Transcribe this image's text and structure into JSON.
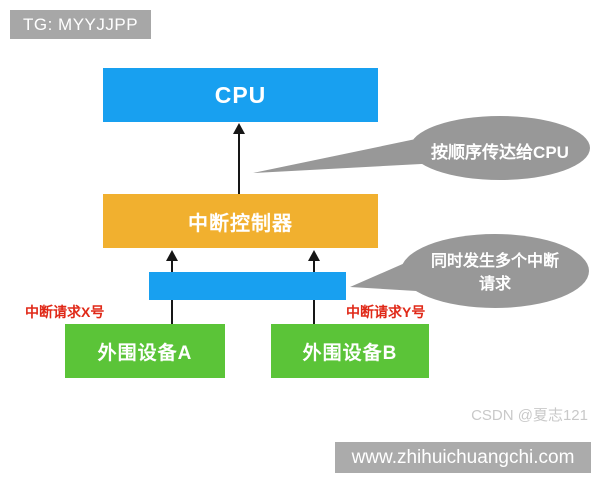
{
  "badge": {
    "label": "TG: MYYJJPP"
  },
  "diagram": {
    "cpu_label": "CPU",
    "controller_label": "中断控制器",
    "device_a_label": "外围设备A",
    "device_b_label": "外围设备B",
    "request_x_label": "中断请求X号",
    "request_y_label": "中断请求Y号",
    "bubble_order_label": "按顺序传达给CPU",
    "bubble_simultaneous_line1": "同时发生多个中断",
    "bubble_simultaneous_line2": "请求"
  },
  "watermark": {
    "label": "CSDN @夏志121"
  },
  "footer": {
    "url": "www.zhihuichuangchi.com"
  },
  "colors": {
    "blue": "#18a0f0",
    "orange": "#f1b02f",
    "green": "#5bc438",
    "red": "#e02918",
    "gray_bubble": "#989898",
    "gray_badge": "#a7a7a7",
    "gray_footer": "#ababab"
  }
}
